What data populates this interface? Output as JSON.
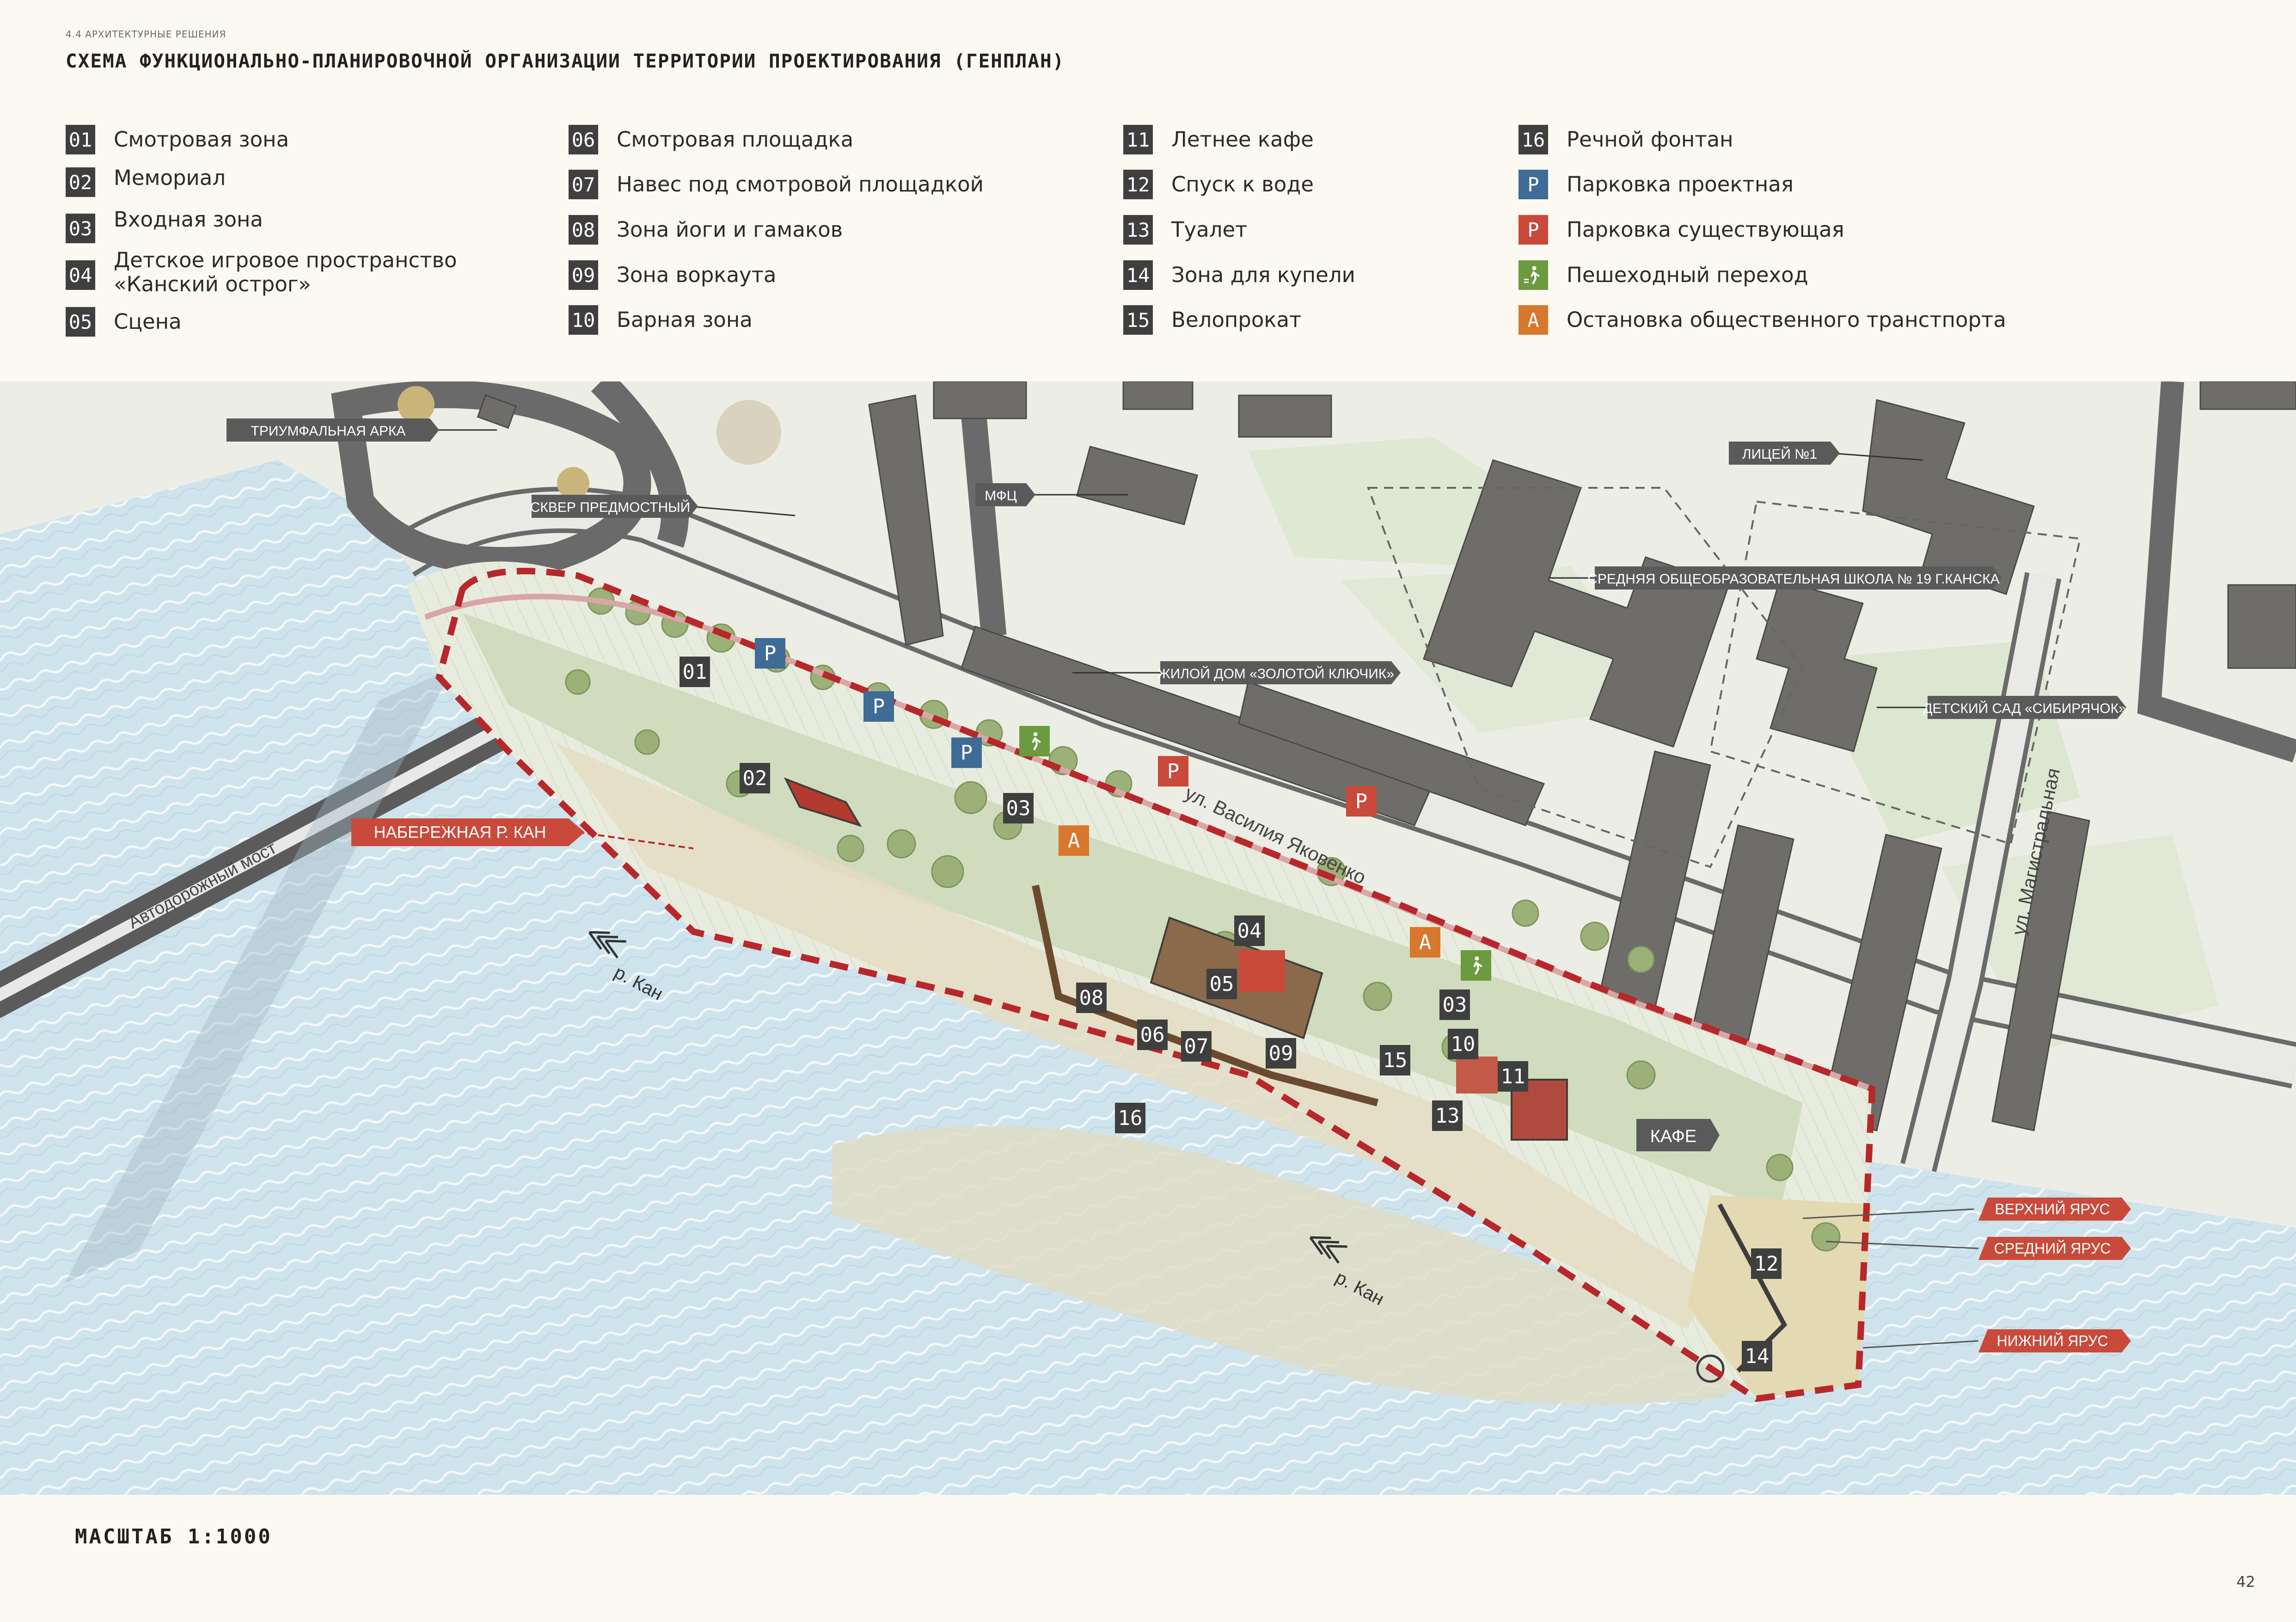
{
  "header": {
    "section": "4.4 АРХИТЕКТУРНЫЕ РЕШЕНИЯ",
    "title": "СХЕМА ФУНКЦИОНАЛЬНО-ПЛАНИРОВОЧНОЙ ОРГАНИЗАЦИИ ТЕРРИТОРИИ ПРОЕКТИРОВАНИЯ (ГЕНПЛАН)"
  },
  "legend": [
    {
      "code": "01",
      "label": "Смотровая зона",
      "kind": "dark"
    },
    {
      "code": "02",
      "label": "Мемориал",
      "kind": "dark"
    },
    {
      "code": "03",
      "label": "Входная зона",
      "kind": "dark"
    },
    {
      "code": "04",
      "label": "Детское игровое пространство «Канский острог»",
      "label_line1": "Детское игровое пространство",
      "label_line2": "«Канский острог»",
      "kind": "dark"
    },
    {
      "code": "05",
      "label": "Сцена",
      "kind": "dark"
    },
    {
      "code": "06",
      "label": "Смотровая площадка",
      "kind": "dark"
    },
    {
      "code": "07",
      "label": "Навес под смотровой площадкой",
      "kind": "dark"
    },
    {
      "code": "08",
      "label": "Зона йоги и гамаков",
      "kind": "dark"
    },
    {
      "code": "09",
      "label": "Зона воркаута",
      "kind": "dark"
    },
    {
      "code": "10",
      "label": "Барная зона",
      "kind": "dark"
    },
    {
      "code": "11",
      "label": "Летнее кафе",
      "kind": "dark"
    },
    {
      "code": "12",
      "label": "Спуск к воде",
      "kind": "dark"
    },
    {
      "code": "13",
      "label": "Туалет",
      "kind": "dark"
    },
    {
      "code": "14",
      "label": "Зона для купели",
      "kind": "dark"
    },
    {
      "code": "15",
      "label": "Велопрокат",
      "kind": "dark"
    },
    {
      "code": "16",
      "label": "Речной фонтан",
      "kind": "dark"
    },
    {
      "code": "P",
      "label": "Парковка проектная",
      "kind": "blue"
    },
    {
      "code": "P",
      "label": "Парковка существующая",
      "kind": "red"
    },
    {
      "code": "",
      "label": "Пешеходный переход",
      "kind": "green",
      "icon": "pedestrian-icon"
    },
    {
      "code": "A",
      "label": "Остановка общественного транстпорта",
      "kind": "orange"
    }
  ],
  "map": {
    "landmarks": {
      "arch": "ТРИУМФАЛЬНАЯ АРКА",
      "square": "СКВЕР ПРЕДМОСТНЫЙ",
      "mfc": "МФЦ",
      "lyceum": "ЛИЦЕЙ №1",
      "school": "СРЕДНЯЯ ОБЩЕОБРАЗОВАТЕЛЬНАЯ ШКОЛА № 19 Г.КАНСКА",
      "house": "ЖИЛОЙ ДОМ «ЗОЛОТОЙ КЛЮЧИК»",
      "kindergarten": "ДЕТСКИЙ САД «СИБИРЯЧОК»",
      "embankment": "НАБЕРЕЖНАЯ Р. КАН",
      "cafe": "КАФЕ",
      "upper_tier": "ВЕРХНИЙ ЯРУС",
      "middle_tier": "СРЕДНИЙ ЯРУС",
      "lower_tier": "НИЖНИЙ ЯРУС"
    },
    "streets": {
      "bridge": "Автодорожный мост",
      "yakovenko": "ул. Василия Яковенко",
      "magistralnaya": "ул. Магистральная"
    },
    "river": {
      "label1": "р. Кан",
      "label2": "р. Кан"
    },
    "markers": {
      "m01": "01",
      "m02": "02",
      "m03a": "03",
      "m03b": "03",
      "m04": "04",
      "m05": "05",
      "m06": "06",
      "m07": "07",
      "m08": "08",
      "m09": "09",
      "m10": "10",
      "m11": "11",
      "m12": "12",
      "m13": "13",
      "m14": "14",
      "m15": "15",
      "m16": "16",
      "parking": "P",
      "bus": "A"
    }
  },
  "footer": {
    "scale": "МАСШТАБ 1:1000",
    "page": "42"
  },
  "colors": {
    "marker_dark": "#3f3f3f",
    "parking_project": "#3f6c96",
    "parking_existing": "#c94a3a",
    "crossing": "#6c9a3e",
    "bus_stop": "#d8772e",
    "boundary": "#b8272a",
    "water": "#cfe3ec",
    "building": "#6e6d69"
  }
}
